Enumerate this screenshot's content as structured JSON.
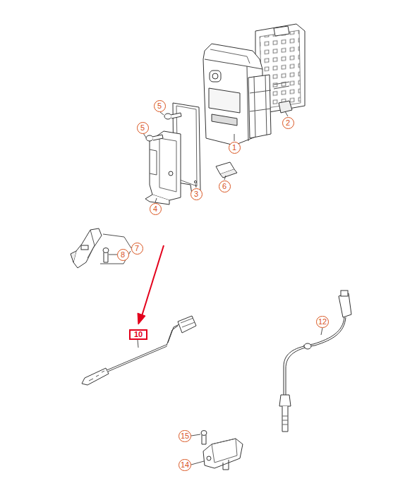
{
  "diagram": {
    "labels": [
      "5",
      "5",
      "2",
      "1",
      "3",
      "6",
      "4",
      "7",
      "8",
      "10",
      "12",
      "15",
      "14"
    ]
  }
}
